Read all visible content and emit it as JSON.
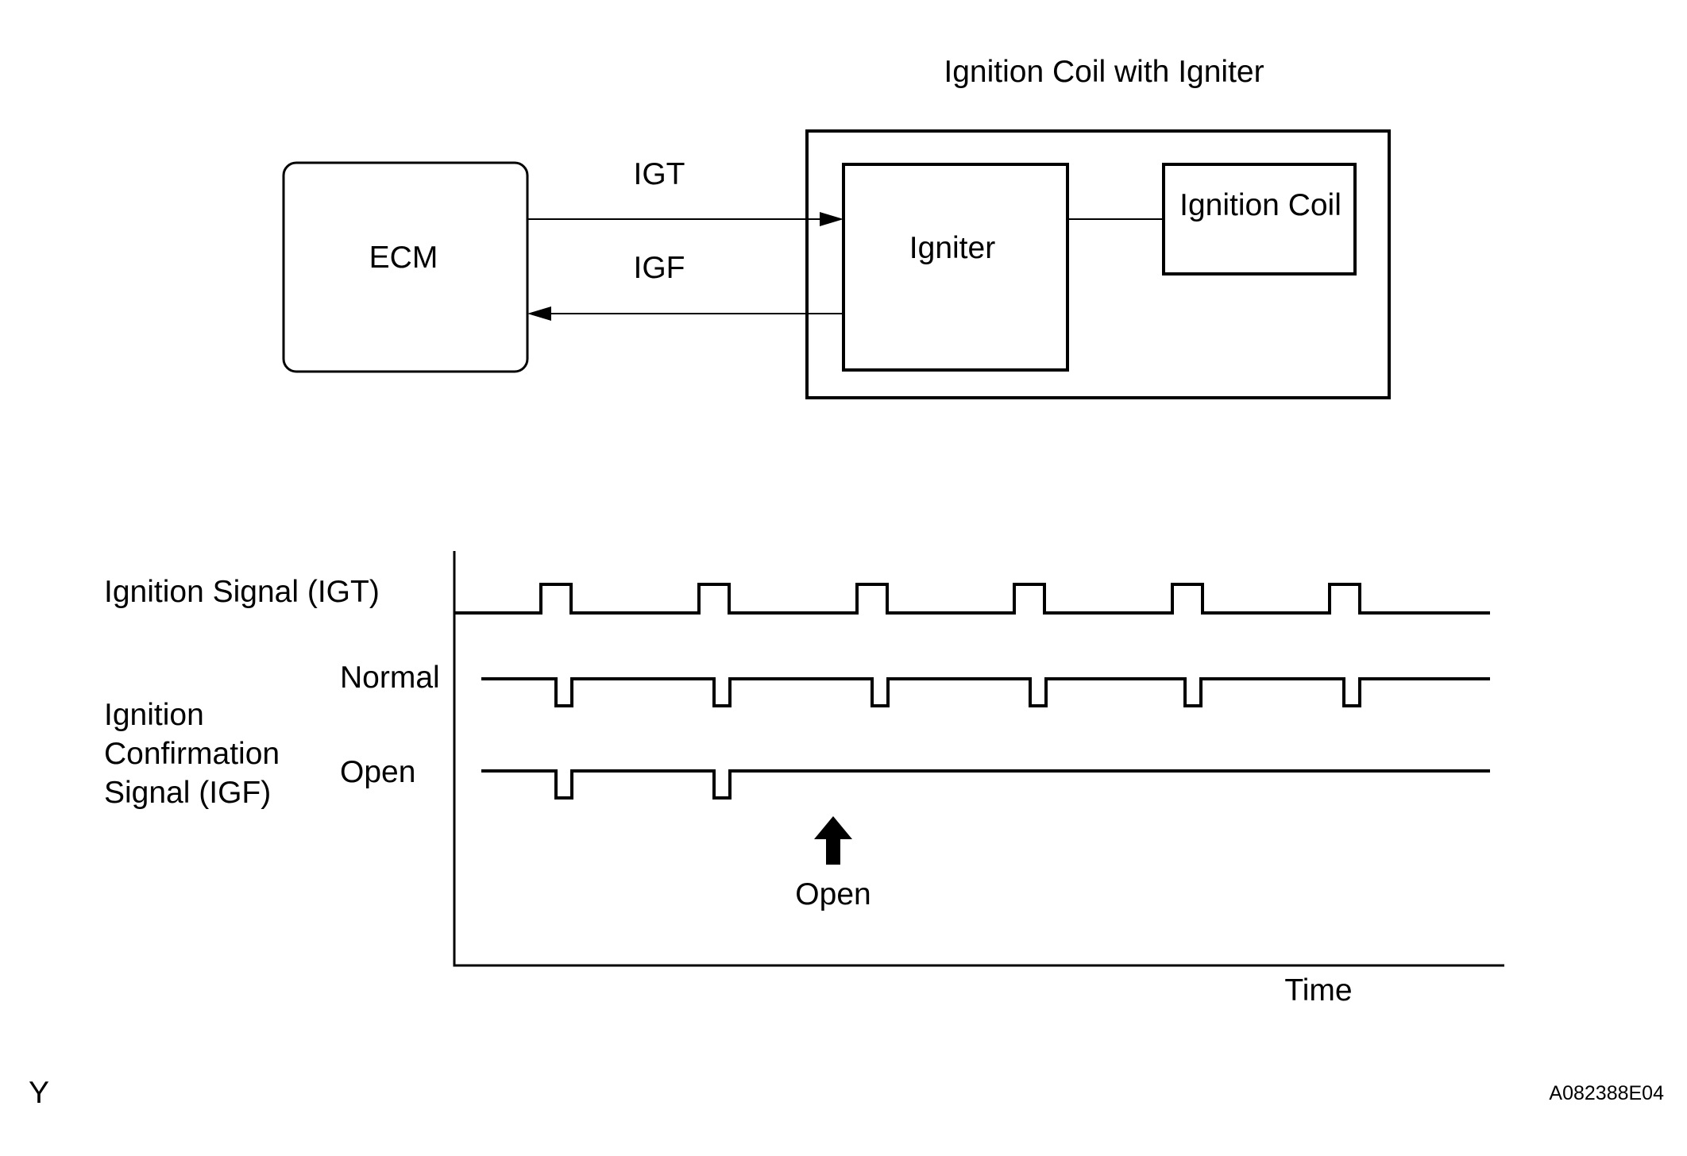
{
  "block_diagram": {
    "module_title": "Ignition Coil with Igniter",
    "ecm_label": "ECM",
    "igniter_label": "Igniter",
    "coil_label": "Ignition Coil",
    "igt_label": "IGT",
    "igf_label": "IGF"
  },
  "timing_chart": {
    "igt_row_label": "Ignition Signal (IGT)",
    "igf_row_label_lines": [
      "Ignition",
      "Confirmation",
      "Signal (IGF)"
    ],
    "normal_label": "Normal",
    "open_label": "Open",
    "open_marker_label": "Open",
    "time_label": "Time",
    "pulse_count": 6,
    "igf_open_pulses_before_failure": 2
  },
  "footer": {
    "left_mark": "Y",
    "figure_id": "A082388E04"
  }
}
